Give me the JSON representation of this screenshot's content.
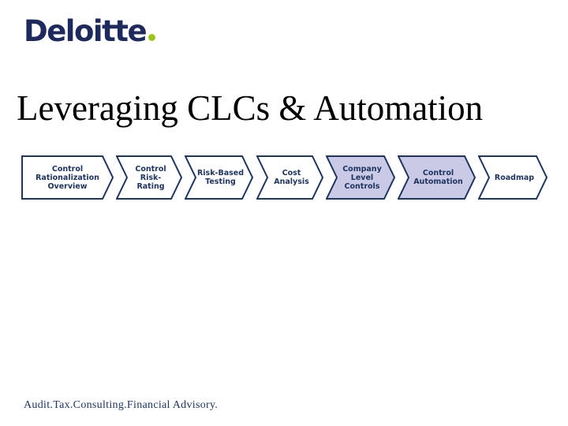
{
  "brand": {
    "logo_text": "Deloitte",
    "logo_dot_icon": "green-dot-icon",
    "logo_navy": "#1E2A5E",
    "logo_green": "#9DC41D"
  },
  "header": {
    "title": "Leveraging CLCs & Automation"
  },
  "flow": {
    "steps": [
      {
        "label": "Control\nRationalization\nOverview",
        "highlighted": false
      },
      {
        "label": "Control\nRisk-\nRating",
        "highlighted": false
      },
      {
        "label": "Risk-Based\nTesting",
        "highlighted": false
      },
      {
        "label": "Cost\nAnalysis",
        "highlighted": false
      },
      {
        "label": "Company\nLevel\nControls",
        "highlighted": true
      },
      {
        "label": "Control\nAutomation",
        "highlighted": true
      },
      {
        "label": "Roadmap",
        "highlighted": false
      }
    ]
  },
  "footer": {
    "tagline": "Audit.Tax.Consulting.Financial Advisory."
  },
  "colors": {
    "chevron_border": "#1E3461",
    "chevron_text": "#1E3461",
    "chevron_fill_default": "#FFFFFF",
    "chevron_fill_highlight": "#CACAE6",
    "title_color": "#000000",
    "background": "#FFFFFF"
  }
}
